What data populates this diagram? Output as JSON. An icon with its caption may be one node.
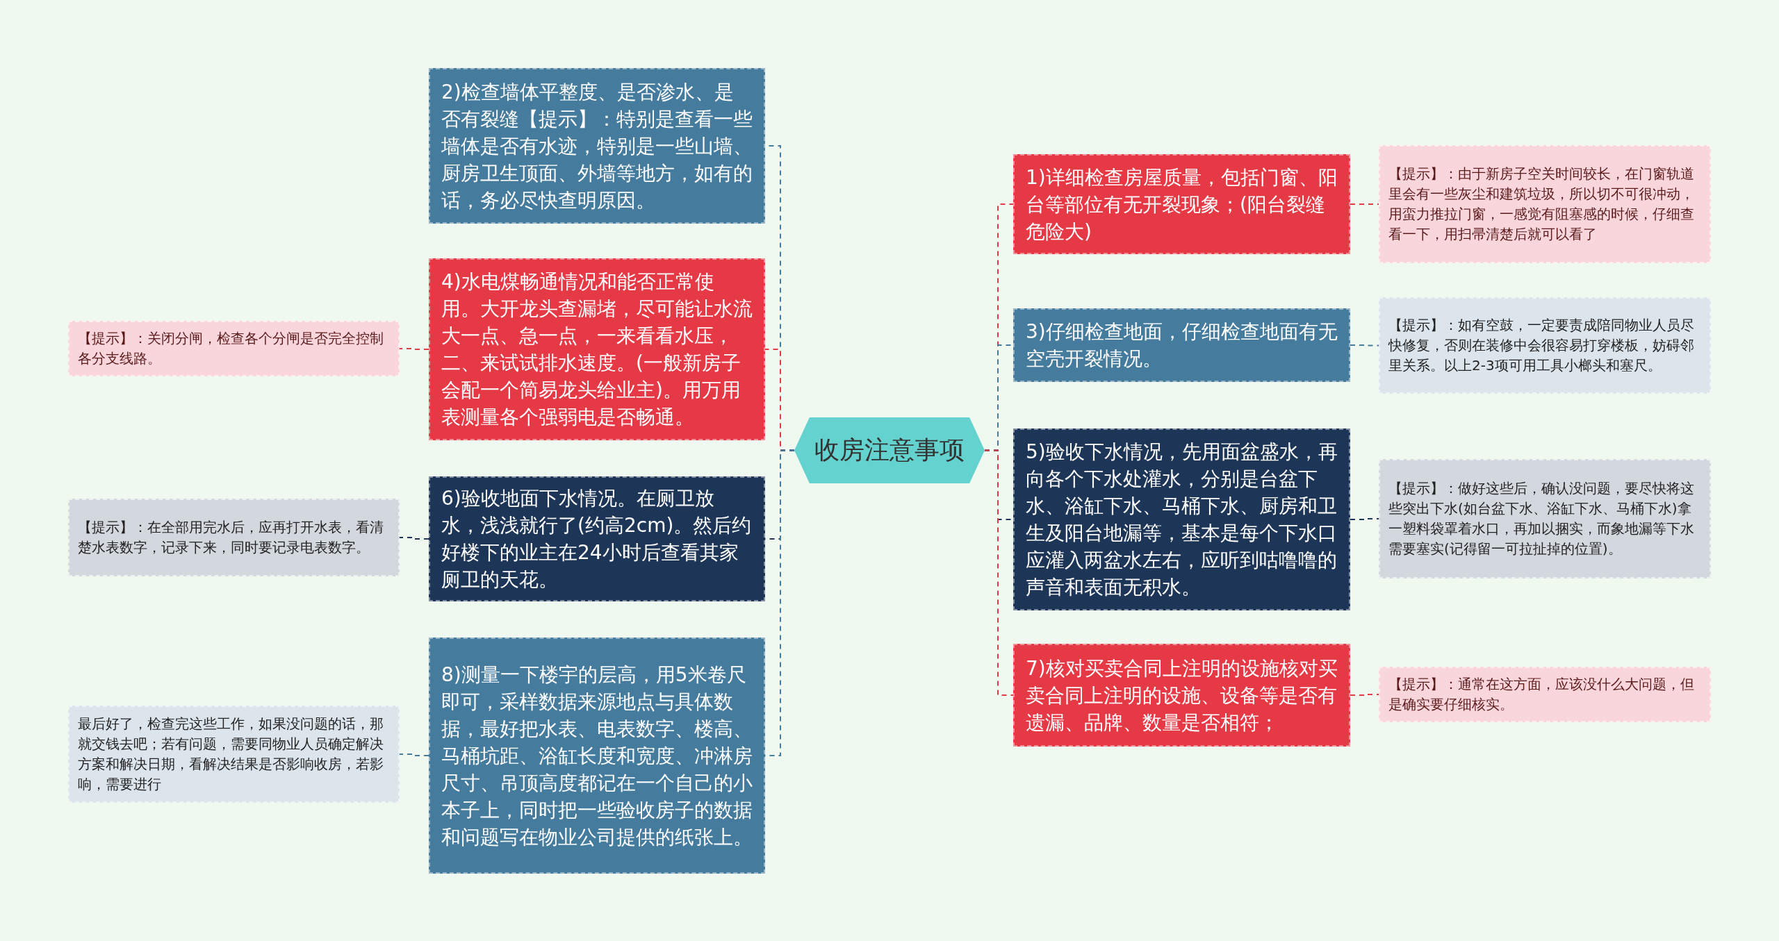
{
  "diagram": {
    "nodes": [
      {
        "text": [
          "收房注意事项"
        ]
      },
      {
        "text": [
          "1)详细检查房屋质量，包括门窗、阳台等部位有无开裂现象；(阳台裂缝危险大)"
        ]
      },
      {
        "text": [
          "2)检查墙体平整度、是否渗水、是否有裂缝【提示】：特别是查看一些墙体是否有水迹，特别是一些山墙、厨房卫生顶面、外墙等地方，如有的话，务必尽快查明原因。"
        ]
      },
      {
        "text": [
          "3)仔细检查地面，仔细检查地面有无空壳开裂情况。"
        ]
      },
      {
        "text": [
          "4)水电煤畅通情况和能否正常使用。大开龙头查漏堵，尽可能让水流大一点、急一点，一来看看水压，二、来试试排水速度。(一般新房子会配一个简易龙头给业主)。用万用表测量各个强弱电是否畅通。"
        ]
      },
      {
        "text": [
          "5)验收下水情况，先用面盆盛水，再向各个下水处灌水，分别是台盆下水、浴缸下水、马桶下水、厨房和卫生及阳台地漏等，基本是每个下水口应灌入两盆水左右，应听到咕噜噜的声音和表面无积水。"
        ]
      },
      {
        "text": [
          "6)验收地面下水情况。在厕卫放水，浅浅就行了(约高2cm)。然后约好楼下的业主在24小时后查看其家厕卫的天花。"
        ]
      },
      {
        "text": [
          "7)核对买卖合同上注明的设施核对买卖合同上注明的设施、设备等是否有遗漏、品牌、数量是否相符；"
        ]
      },
      {
        "text": [
          "8)测量一下楼宇的层高，用5米卷尺即可，采样数据来源地点与具体数据，最好把水表、电表数字、楼高、马桶坑距、浴缸长度和宽度、冲淋房尺寸、吊顶高度都记在一个自己的小本子上，同时把一些验收房子的数据和问题写在物业公司提供的纸张上。"
        ]
      },
      {
        "text": [
          "【提示】：由于新房子空关时间较长，在门窗轨道里会有一些灰尘和建筑垃圾，所以切不可很冲动，用蛮力推拉门窗，一感觉有阻塞感的时候，仔细查看一下，用扫帚清楚后就可以看了"
        ]
      },
      {
        "text": [
          "【提示】：如有空鼓，一定要责成陪同物业人员尽快修复，否则在装修中会很容易打穿楼板，妨碍邻里关系。以上2-3项可用工具小榔头和塞尺。"
        ]
      },
      {
        "text": [
          "【提示】：关闭分闸，检查各个分闸是否完全控制各分支线路。"
        ]
      },
      {
        "text": [
          "【提示】：做好这些后，确认没问题，要尽快将这些突出下水(如台盆下水、浴缸下水、马桶下水)拿一塑料袋罩着水口，再加以捆实，而象地漏等下水需要塞实(记得留一可拉扯掉的位置)。"
        ]
      },
      {
        "text": [
          "【提示】：在全部用完水后，应再打开水表，看清楚水表数字，记录下来，同时要记录电表数字。"
        ]
      },
      {
        "text": [
          "【提示】：通常在这方面，应该没什么大问题，但是确实要仔细核实。"
        ]
      },
      {
        "text": [
          "最后好了，检查完这些工作，如果没问题的话，那就交钱去吧；若有问题，需要同物业人员确定解决方案和解决日期，看解决结果是否影响收房，若影响，需要进行"
        ]
      }
    ],
    "edges": [
      {
        "from": 0,
        "to": 1,
        "arrow": "none",
        "style": "dashed",
        "color": "#e63946"
      },
      {
        "from": 0,
        "to": 2,
        "arrow": "none",
        "style": "dashed",
        "color": "#457b9d"
      },
      {
        "from": 0,
        "to": 3,
        "arrow": "none",
        "style": "dashed",
        "color": "#457b9d"
      },
      {
        "from": 0,
        "to": 4,
        "arrow": "none",
        "style": "dashed",
        "color": "#e63946"
      },
      {
        "from": 0,
        "to": 5,
        "arrow": "none",
        "style": "dashed",
        "color": "#1d3557"
      },
      {
        "from": 0,
        "to": 6,
        "arrow": "none",
        "style": "dashed",
        "color": "#1d3557"
      },
      {
        "from": 0,
        "to": 7,
        "arrow": "none",
        "style": "dashed",
        "color": "#e63946"
      },
      {
        "from": 0,
        "to": 8,
        "arrow": "none",
        "style": "dashed",
        "color": "#457b9d"
      },
      {
        "from": 1,
        "to": 9,
        "arrow": "none",
        "style": "dashed",
        "color": "#e63946"
      },
      {
        "from": 3,
        "to": 10,
        "arrow": "none",
        "style": "dashed",
        "color": "#457b9d"
      },
      {
        "from": 4,
        "to": 11,
        "arrow": "none",
        "style": "dashed",
        "color": "#e63946"
      },
      {
        "from": 5,
        "to": 12,
        "arrow": "none",
        "style": "dashed",
        "color": "#1d3557"
      },
      {
        "from": 6,
        "to": 13,
        "arrow": "none",
        "style": "dashed",
        "color": "#1d3557"
      },
      {
        "from": 7,
        "to": 14,
        "arrow": "none",
        "style": "dashed",
        "color": "#e63946"
      },
      {
        "from": 8,
        "to": 15,
        "arrow": "none",
        "style": "dashed",
        "color": "#457b9d"
      }
    ]
  }
}
